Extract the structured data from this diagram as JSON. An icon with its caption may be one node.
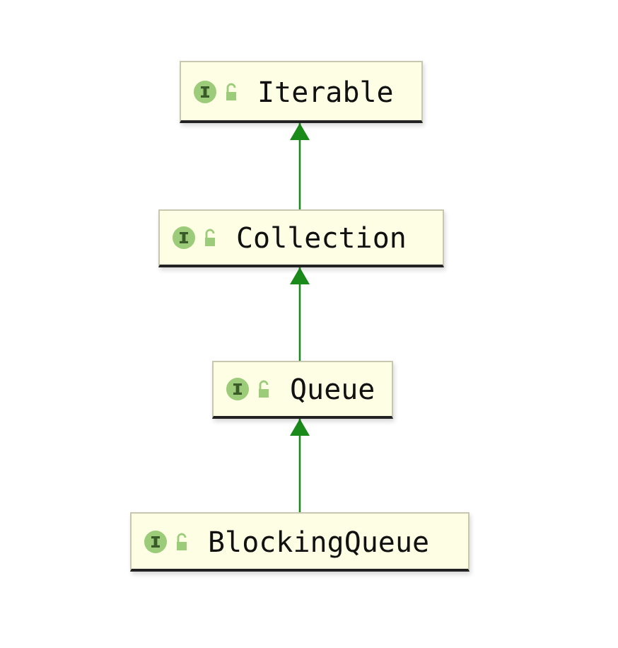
{
  "diagram": {
    "nodes": [
      {
        "text": [
          "Iterable"
        ]
      },
      {
        "text": [
          "Collection"
        ]
      },
      {
        "text": [
          "Queue"
        ]
      },
      {
        "text": [
          "BlockingQueue"
        ]
      }
    ],
    "edges": [
      {
        "from": 1,
        "to": 0,
        "arrow": "to"
      },
      {
        "from": 2,
        "to": 1,
        "arrow": "to"
      },
      {
        "from": 3,
        "to": 2,
        "arrow": "to"
      }
    ]
  }
}
